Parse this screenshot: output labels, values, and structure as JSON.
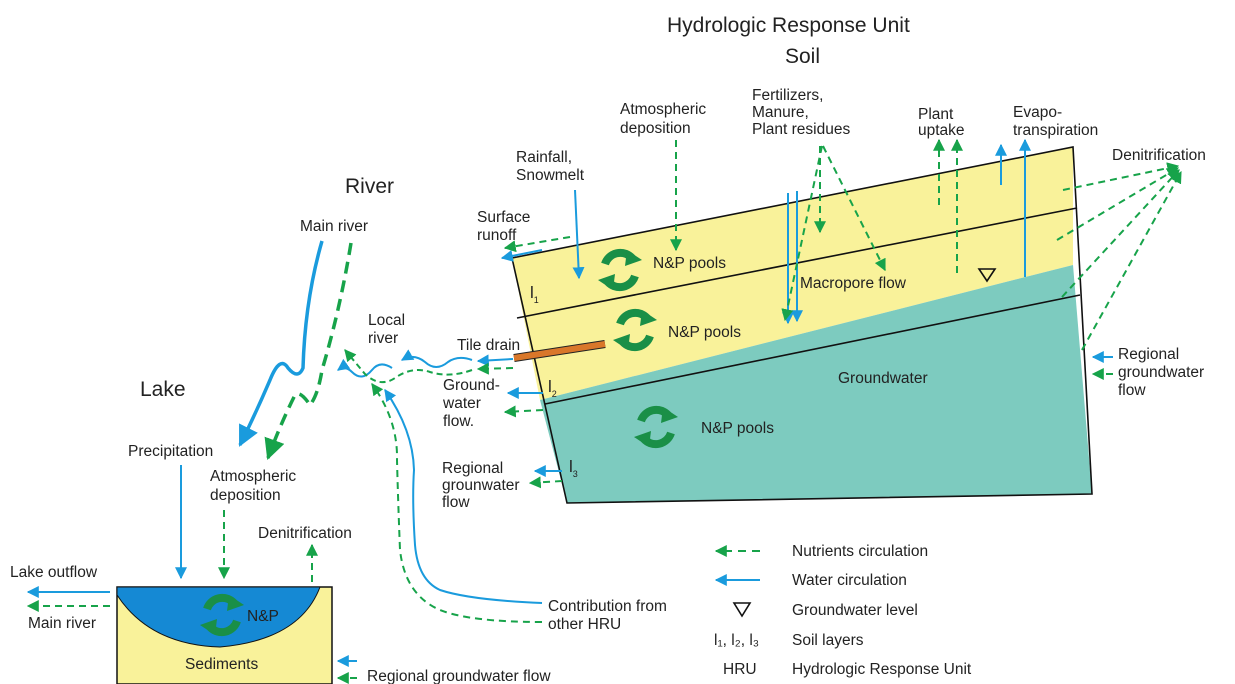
{
  "title": {
    "line1": "Hydrologic Response Unit",
    "line2": "Soil"
  },
  "colors": {
    "soil": "#f9f29a",
    "groundwater": "#7dcbbf",
    "water": "#1a9bdd",
    "lake": "#1589d4",
    "nutrient": "#17a34a",
    "cycle": "#1a8f47",
    "tile": "#d9772a"
  },
  "sections": {
    "river": "River",
    "lake": "Lake"
  },
  "hru": {
    "pool_label": "N&P pools",
    "groundwater_label": "Groundwater",
    "layer_letter": "l",
    "layer_subs": [
      "1",
      "2",
      "3"
    ],
    "macropore": "Macropore flow",
    "tile_drain": "Tile drain",
    "surface_runoff": [
      "Surface",
      "runoff"
    ],
    "rainfall": [
      "Rainfall,",
      "Snowmelt"
    ],
    "atmospheric": [
      "Atmospheric",
      "deposition"
    ],
    "fertilizers": [
      "Fertilizers,",
      "Manure,",
      "Plant residues"
    ],
    "plant_uptake": [
      "Plant",
      "uptake"
    ],
    "evapo": [
      "Evapo-",
      "transpiration"
    ],
    "denitrification": "Denitrification",
    "regional_right": [
      "Regional",
      "groundwater",
      "flow"
    ],
    "groundwater_flow": [
      "Ground-",
      "water",
      "flow."
    ],
    "regional_left": [
      "Regional",
      "grounwater",
      "flow"
    ]
  },
  "river": {
    "main_river": "Main river",
    "local_river": [
      "Local",
      "river"
    ],
    "contribution": [
      "Contribution from",
      "other HRU"
    ]
  },
  "lake": {
    "precipitation": "Precipitation",
    "atmospheric": [
      "Atmospheric",
      "deposition"
    ],
    "denitrification": "Denitrification",
    "lake_outflow": "Lake outflow",
    "main_river": "Main river",
    "np": "N&P",
    "sediments": "Sediments",
    "regional": "Regional groundwater flow"
  },
  "legend": [
    {
      "symbol": "nutrient-arrow",
      "label": "Nutrients circulation"
    },
    {
      "symbol": "water-arrow",
      "label": "Water circulation"
    },
    {
      "symbol": "triangle",
      "label": "Groundwater level"
    },
    {
      "symbol": "text",
      "symbol_text": "l₁, l₂, l₃",
      "label": "Soil layers"
    },
    {
      "symbol": "text",
      "symbol_text": "HRU",
      "label": "Hydrologic Response Unit"
    }
  ]
}
